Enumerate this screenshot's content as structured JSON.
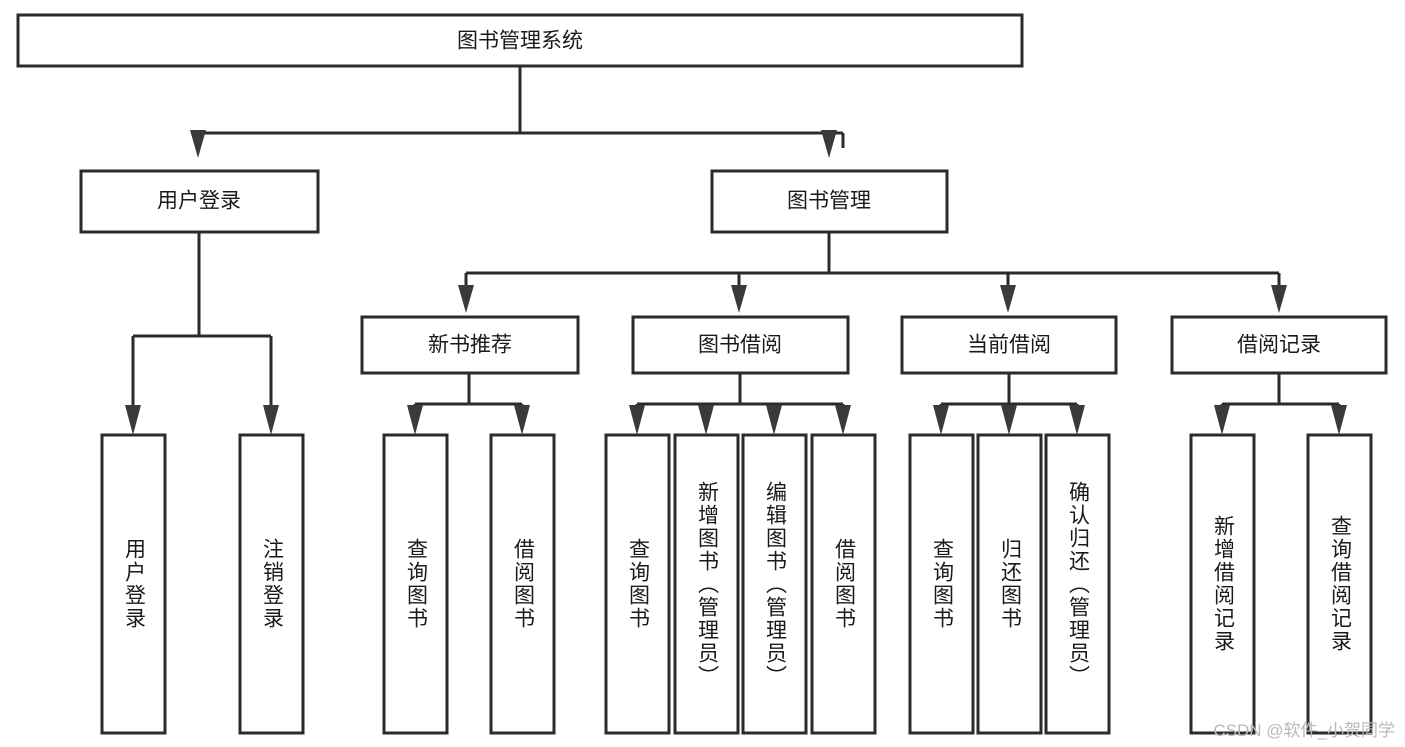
{
  "diagram": {
    "type": "tree",
    "title": "图书管理系统",
    "orientation": "top-down",
    "colors": {
      "box_stroke": "#2b2b2b",
      "box_fill": "#ffffff",
      "connector": "#2b2b2b",
      "arrow": "#3a3a3a",
      "text": "#1a1a1a",
      "watermark": "#b9b9b9",
      "background": "#ffffff"
    },
    "root": {
      "label": "图书管理系统"
    },
    "level2": [
      {
        "label": "用户登录"
      },
      {
        "label": "图书管理"
      }
    ],
    "level3": [
      {
        "label": "新书推荐"
      },
      {
        "label": "图书借阅"
      },
      {
        "label": "当前借阅"
      },
      {
        "label": "借阅记录"
      }
    ],
    "leaves": {
      "user_login": [
        {
          "label": "用户登录"
        },
        {
          "label": "注销登录"
        }
      ],
      "new_book_recommend": [
        {
          "label": "查询图书"
        },
        {
          "label": "借阅图书"
        }
      ],
      "book_borrow": [
        {
          "label": "查询图书"
        },
        {
          "label": "新增图书（管理员）"
        },
        {
          "label": "编辑图书（管理员）"
        },
        {
          "label": "借阅图书"
        }
      ],
      "current_borrow": [
        {
          "label": "查询图书"
        },
        {
          "label": "归还图书"
        },
        {
          "label": "确认归还（管理员）"
        }
      ],
      "borrow_record": [
        {
          "label": "新增借阅记录"
        },
        {
          "label": "查询借阅记录"
        }
      ]
    }
  },
  "watermark": {
    "text": "CSDN @软件_小贺同学"
  }
}
